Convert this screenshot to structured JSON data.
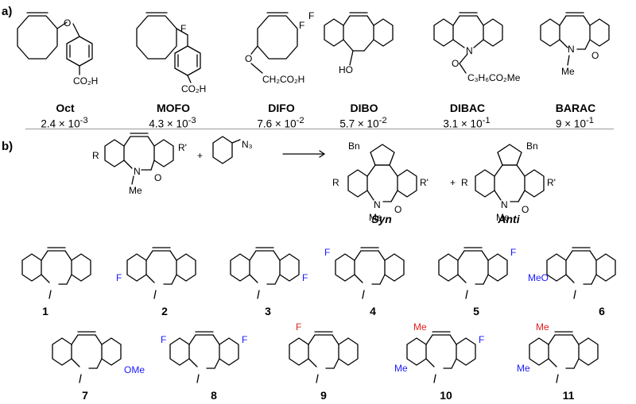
{
  "panel_a": {
    "label": "a)",
    "compounds": [
      {
        "name": "Oct",
        "rate_mantissa": "2.4",
        "rate_exp": "-3"
      },
      {
        "name": "MOFO",
        "rate_mantissa": "4.3",
        "rate_exp": "-3"
      },
      {
        "name": "DIFO",
        "rate_mantissa": "7.6",
        "rate_exp": "-2"
      },
      {
        "name": "DIBO",
        "rate_mantissa": "5.7",
        "rate_exp": "-2"
      },
      {
        "name": "DIBAC",
        "rate_mantissa": "3.1",
        "rate_exp": "-1"
      },
      {
        "name": "BARAC",
        "rate_mantissa": "9",
        "rate_exp": "-1"
      }
    ],
    "atom_labels": {
      "O": "O",
      "F": "F",
      "N": "N",
      "CO2H": "CO₂H",
      "OCH2CO2H": "CH₂CO₂H",
      "HO": "HO",
      "side_chain": "C₃H₆CO₂Me",
      "Me": "Me"
    }
  },
  "panel_b": {
    "label": "b)",
    "reaction": {
      "R": "R",
      "R_prime": "R'",
      "plus": "+",
      "azide": "N₃",
      "Bn": "Bn",
      "N": "N",
      "Me": "Me",
      "O": "O",
      "syn": "Syn",
      "anti": "Anti"
    },
    "numbered": [
      {
        "num": "1",
        "subst": []
      },
      {
        "num": "2",
        "subst": [
          "F"
        ]
      },
      {
        "num": "3",
        "subst": [
          "F"
        ]
      },
      {
        "num": "4",
        "subst": [
          "F"
        ]
      },
      {
        "num": "5",
        "subst": [
          "F"
        ]
      },
      {
        "num": "6",
        "subst": [
          "MeO"
        ]
      },
      {
        "num": "7",
        "subst": [
          "OMe"
        ]
      },
      {
        "num": "8",
        "subst": [
          "F",
          "F"
        ]
      },
      {
        "num": "9",
        "subst": [
          "F"
        ]
      },
      {
        "num": "10",
        "subst": [
          "Me",
          "Me",
          "F"
        ]
      },
      {
        "num": "11",
        "subst": [
          "Me",
          "Me"
        ]
      }
    ]
  },
  "colors": {
    "fluoro": "#1a1aff",
    "methoxy": "#1a1aff",
    "methyl": "#e0201b",
    "bond": "#000000"
  }
}
